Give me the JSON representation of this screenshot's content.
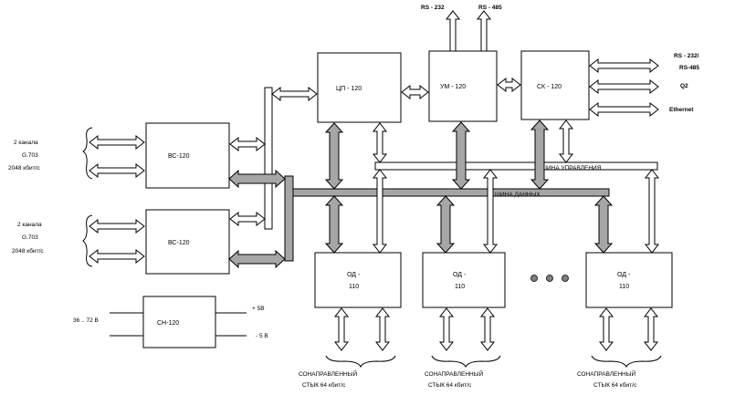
{
  "blocks": {
    "cp": "ЦП - 120",
    "um": "УМ - 120",
    "sk": "СК - 120",
    "bc1": "ВС-120",
    "bc2": "ВС-120",
    "cn": "СН-120",
    "od1_line1": "ОД -",
    "od1_line2": "110",
    "od2_line1": "ОД -",
    "od2_line2": "110",
    "od3_line1": "ОД -",
    "od3_line2": "110"
  },
  "buses": {
    "control": "ШИНА УПРАВЛЕНИЯ",
    "data": "ШИНА ДАННЫХ"
  },
  "ports": {
    "rs232_top": "RS - 232",
    "rs485_top": "RS - 485",
    "rs232_485_line1": "RS - 232/",
    "rs232_485_line2": "RS-485",
    "q2": "Q2",
    "ethernet": "Ethernet"
  },
  "inputs": {
    "bc1_line1": "2 канала",
    "bc1_line2": "G.703",
    "bc1_line3": "2048 кбит/с",
    "bc2_line1": "2 канала",
    "bc2_line2": "G.703",
    "bc2_line3": "2048 кбит/с",
    "power_in": "36 .. 72 В",
    "plus5": "+ 5В",
    "minus5": "- 5 В"
  },
  "outputs": {
    "od1_line1": "СОНАПРАВЛЕННЫЙ",
    "od1_line2": "СТЫК 64 кбит/с",
    "od2_line1": "СОНАПРАВЛЕННЫЙ",
    "od2_line2": "СТЫК 64 кбит/с",
    "od3_line1": "СОНАПРАВЛЕННЫЙ",
    "od3_line2": "СТЫК 64 кбит/с"
  }
}
